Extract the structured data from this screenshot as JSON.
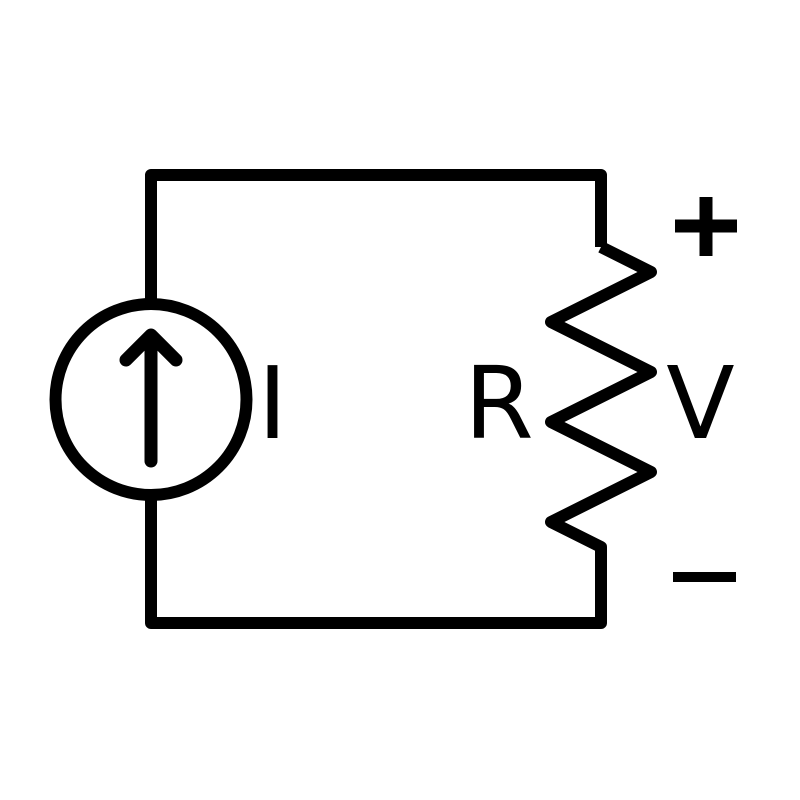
{
  "page": {
    "background": "#ffffff"
  },
  "diagram": {
    "ink_color": "#000000",
    "current_source_label": "I",
    "resistor_label": "R",
    "voltage_label": "V",
    "plus_polarity": "+",
    "minus_polarity": "−"
  }
}
